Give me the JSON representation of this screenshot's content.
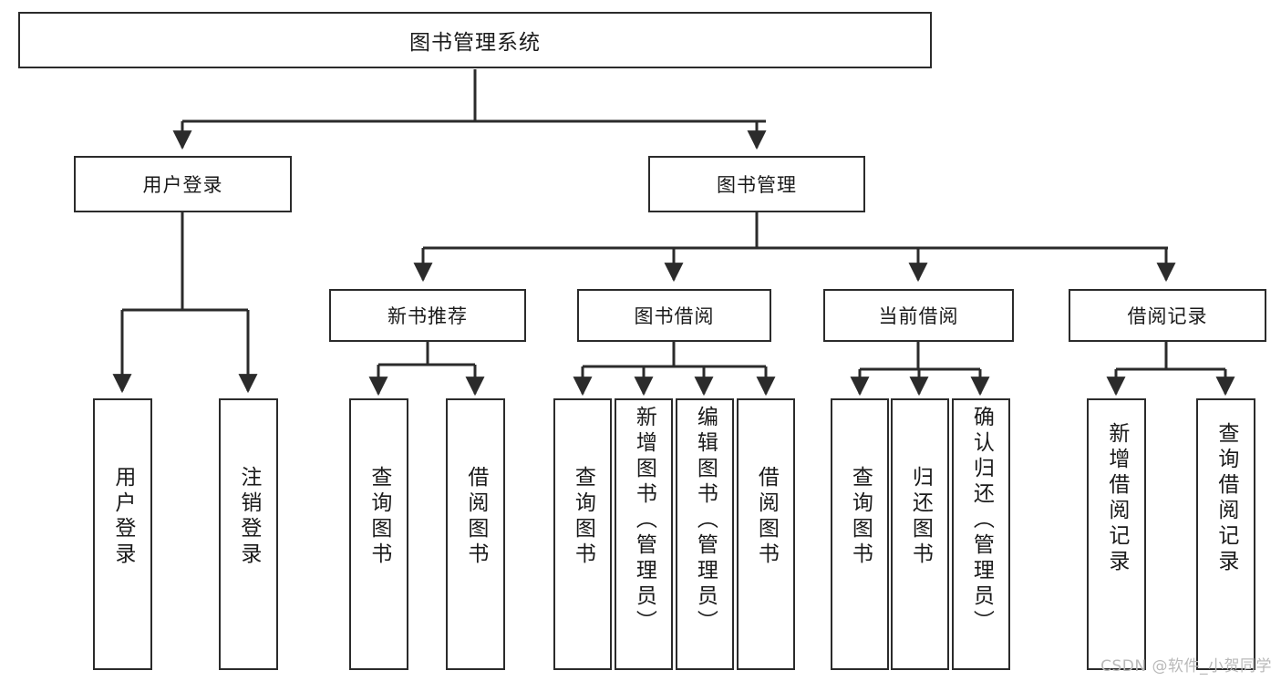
{
  "diagram": {
    "title": "图书管理系统",
    "watermark": "CSDN @软件_小贺同学",
    "colors": {
      "box_border": "#2b2b2b",
      "box_fill": "#ffffff",
      "connector": "#2b2b2b",
      "text": "#1a1a1a",
      "watermark": "#b9b9b9",
      "background": "#ffffff"
    },
    "root": {
      "label": "图书管理系统"
    },
    "level2": [
      {
        "label": "用户登录"
      },
      {
        "label": "图书管理"
      }
    ],
    "level3": [
      {
        "label": "新书推荐"
      },
      {
        "label": "图书借阅"
      },
      {
        "label": "当前借阅"
      },
      {
        "label": "借阅记录"
      }
    ],
    "leaves": {
      "user_login": [
        {
          "label": "用户登录"
        },
        {
          "label": "注销登录"
        }
      ],
      "new_book_recommend": [
        {
          "label": "查询图书"
        },
        {
          "label": "借阅图书"
        }
      ],
      "book_borrow": [
        {
          "label": "查询图书"
        },
        {
          "label": "新增图书（管理员）"
        },
        {
          "label": "编辑图书（管理员）"
        },
        {
          "label": "借阅图书"
        }
      ],
      "current_borrow": [
        {
          "label": "查询图书"
        },
        {
          "label": "归还图书"
        },
        {
          "label": "确认归还（管理员）"
        }
      ],
      "borrow_record": [
        {
          "label": "新增借阅记录"
        },
        {
          "label": "查询借阅记录"
        }
      ]
    }
  }
}
